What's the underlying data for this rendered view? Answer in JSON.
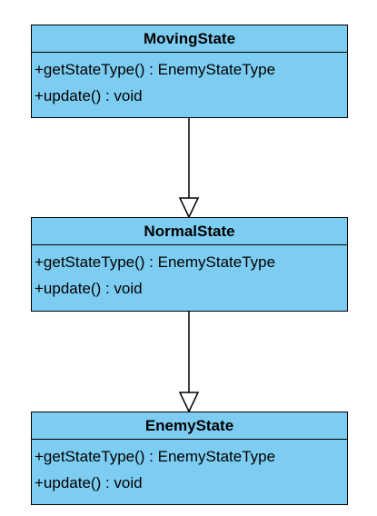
{
  "diagram": {
    "classes": [
      {
        "id": "moving",
        "name": "MovingState",
        "operations": [
          "+getStateType() : EnemyStateType",
          "+update() : void"
        ]
      },
      {
        "id": "normal",
        "name": "NormalState",
        "operations": [
          "+getStateType() : EnemyStateType",
          "+update() : void"
        ]
      },
      {
        "id": "enemy",
        "name": "EnemyState",
        "operations": [
          "+getStateType() : EnemyStateType",
          "+update() : void"
        ]
      }
    ],
    "relationships": [
      {
        "type": "generalization",
        "from": "MovingState",
        "to": "NormalState"
      },
      {
        "type": "generalization",
        "from": "NormalState",
        "to": "EnemyState"
      }
    ],
    "colors": {
      "class_fill": "#7dcdf2",
      "border": "#000000"
    }
  }
}
